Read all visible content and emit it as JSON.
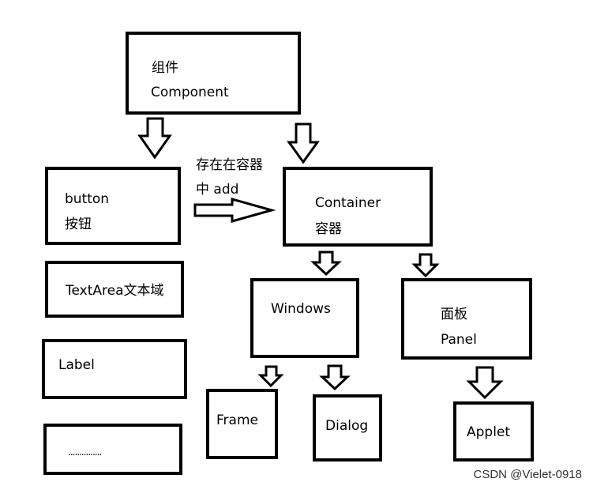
{
  "nodes": {
    "component": {
      "line1": "组件",
      "line2": "Component"
    },
    "button": {
      "line1": "button",
      "line2": "按钮"
    },
    "textarea": {
      "label": "TextArea文本域"
    },
    "label_comp": {
      "label": "Label"
    },
    "more": {
      "label": "..............."
    },
    "container": {
      "line1": "Container",
      "line2": "容器"
    },
    "windows": {
      "label": "Windows"
    },
    "panel": {
      "line1": "面板",
      "line2": "Panel"
    },
    "frame": {
      "label": "Frame"
    },
    "dialog": {
      "label": "Dialog"
    },
    "applet": {
      "label": "Applet"
    }
  },
  "edge_label": {
    "line1": "存在在容器",
    "line2": "中 add"
  },
  "watermark": "CSDN @Vielet-0918"
}
